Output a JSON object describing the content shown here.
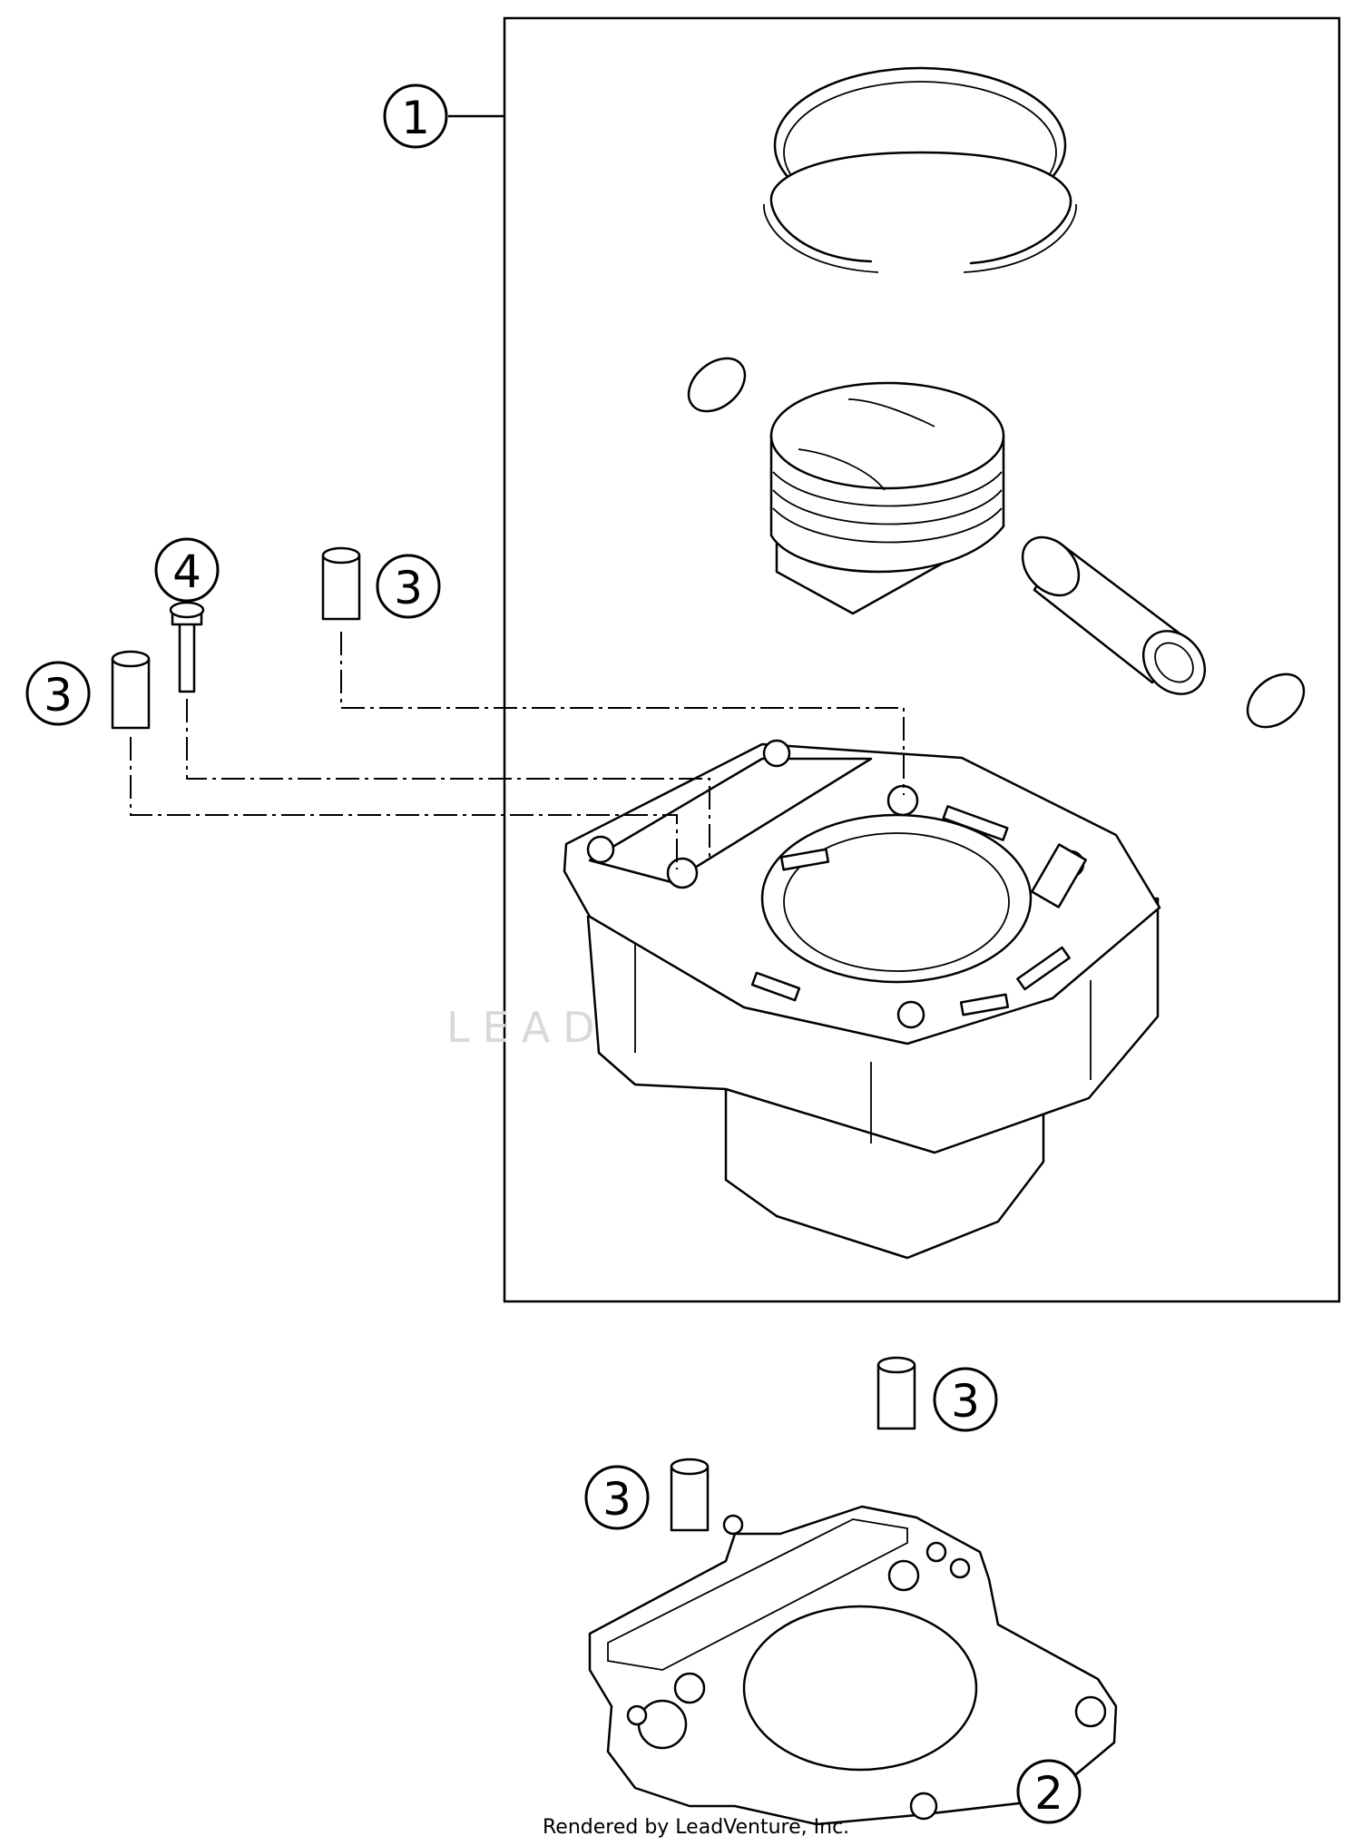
{
  "diagram": {
    "callouts": [
      {
        "id": "c1",
        "label": "1"
      },
      {
        "id": "c2",
        "label": "2"
      },
      {
        "id": "c3a",
        "label": "3"
      },
      {
        "id": "c3b",
        "label": "3"
      },
      {
        "id": "c3c",
        "label": "3"
      },
      {
        "id": "c3d",
        "label": "3"
      },
      {
        "id": "c4",
        "label": "4"
      }
    ],
    "watermark": "LEADVENTURE",
    "footer": "Rendered by LeadVenture, Inc."
  }
}
